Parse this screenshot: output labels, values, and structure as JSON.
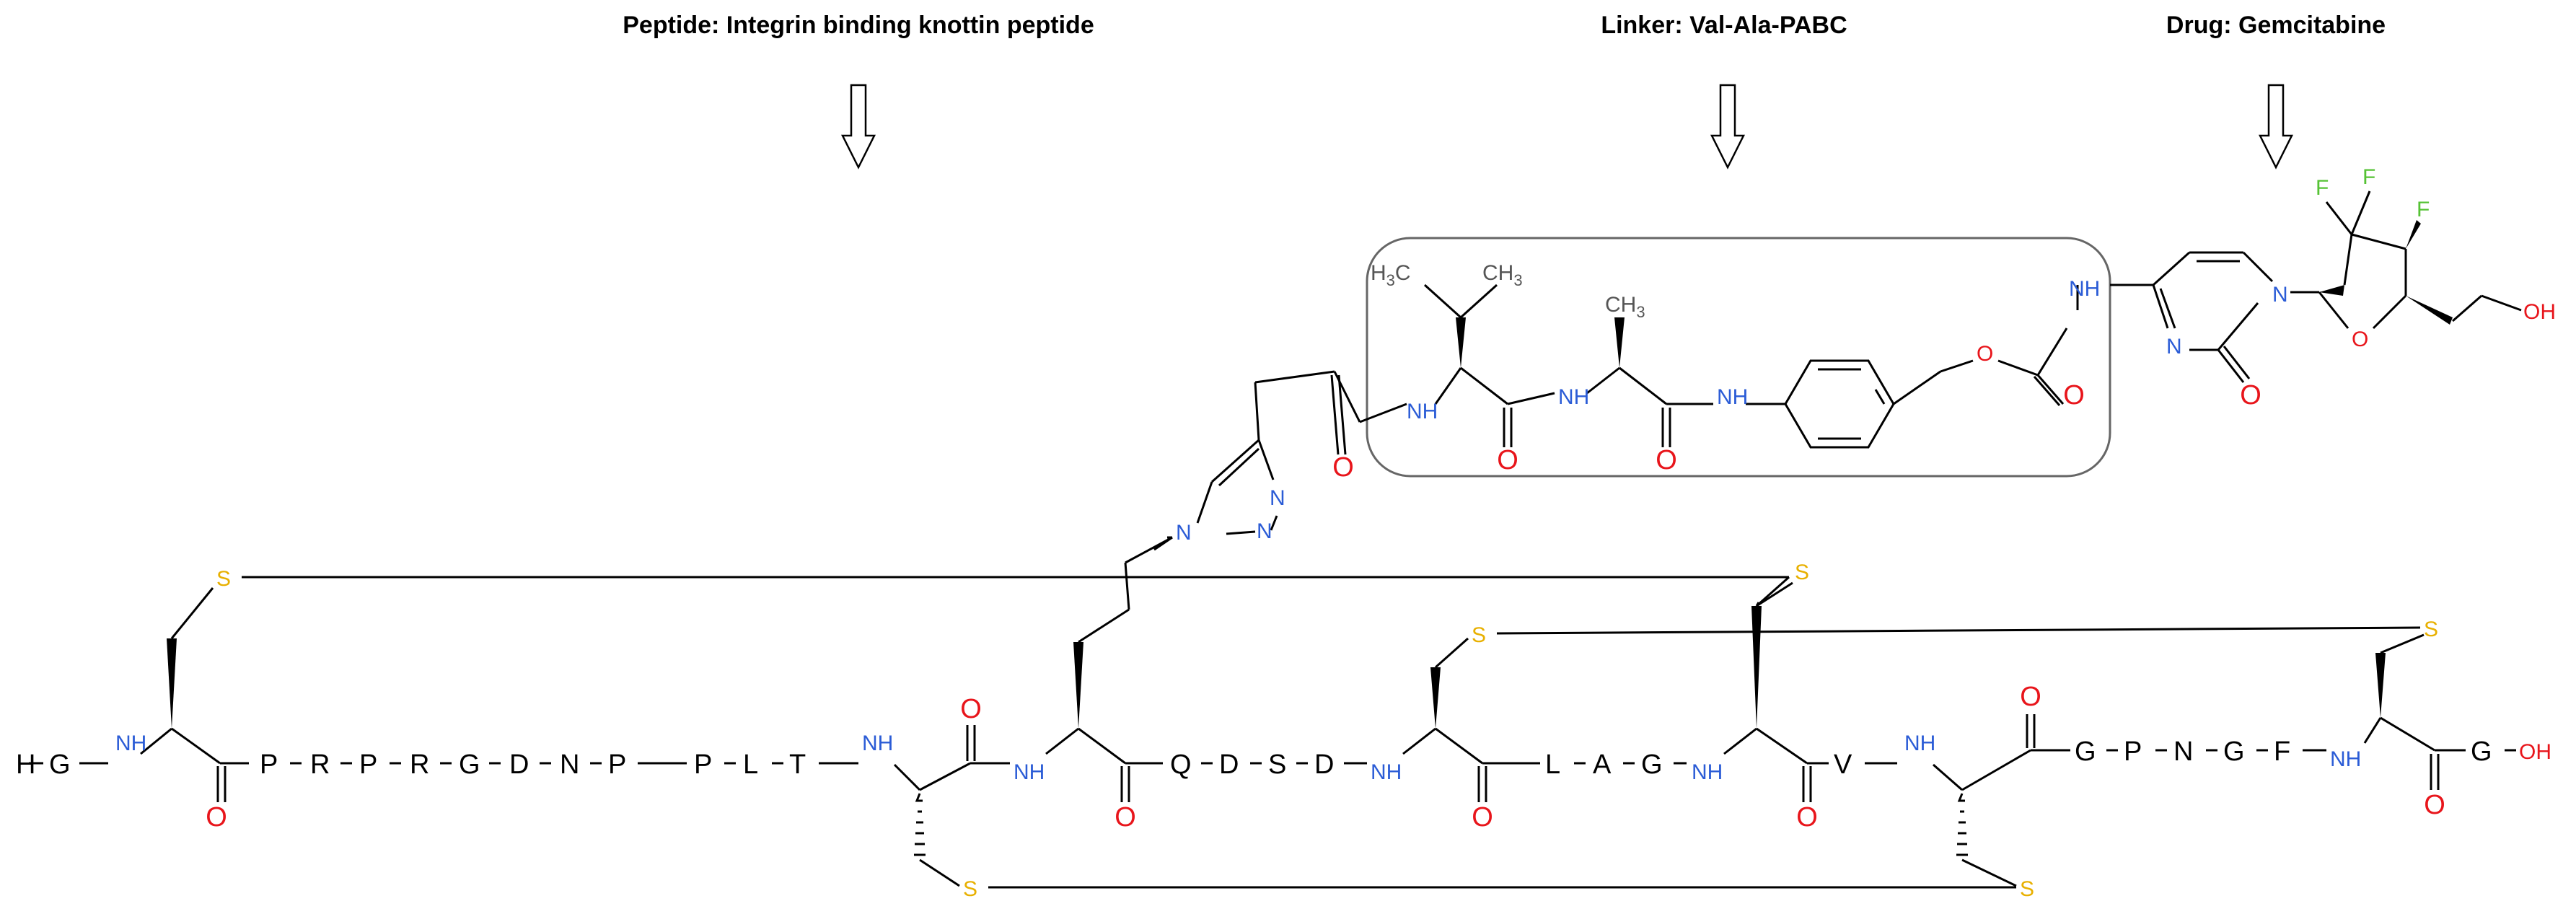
{
  "headers": {
    "peptide": "Peptide: Integrin binding knottin peptide",
    "linker": "Linker: Val-Ala-PABC",
    "drug": "Drug: Gemcitabine"
  },
  "colors": {
    "carbon": "#000000",
    "nitrogen": "#2b5cd6",
    "oxygen": "#e8151b",
    "sulfur": "#e8b000",
    "fluorine": "#55c234",
    "methyl": "#555555",
    "box": "#666666"
  },
  "chain": {
    "h": "H",
    "nh": "NH",
    "residues": [
      "G",
      "P",
      "R",
      "P",
      "R",
      "G",
      "D",
      "N",
      "P",
      "P",
      "L",
      "T",
      "Q",
      "D",
      "S",
      "D",
      "L",
      "A",
      "G",
      "V",
      "G",
      "P",
      "N",
      "G",
      "F",
      "G"
    ],
    "oh": "OH",
    "o": "O",
    "s": "S"
  },
  "linker": {
    "n": "N",
    "ch3": "CH",
    "h3c": "H",
    "c": "C",
    "three": "3"
  },
  "drug": {
    "f": "F",
    "o": "O",
    "n": "N",
    "oh": "OH",
    "nh": "NH"
  }
}
